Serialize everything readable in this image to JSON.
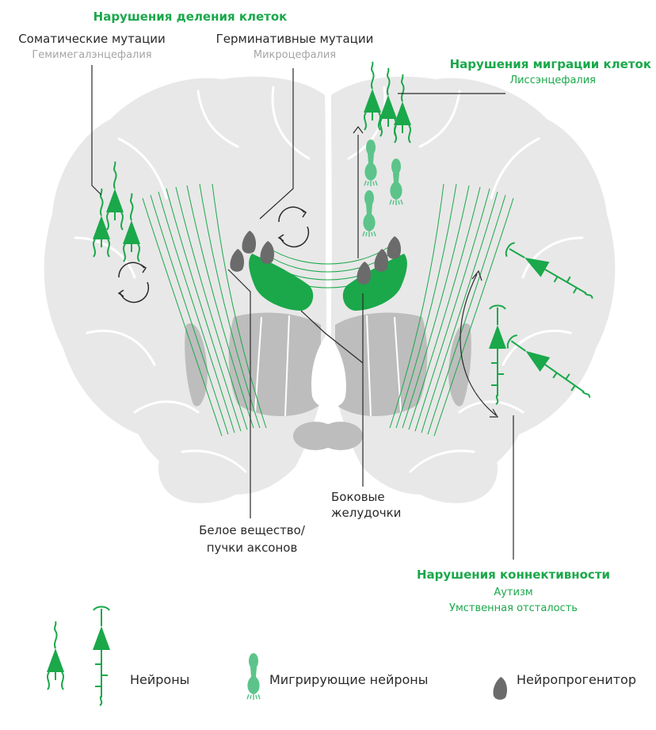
{
  "labels": {
    "cell_division_title": "Нарушения деления клеток",
    "somatic": "Соматические мутации",
    "somatic_sub": "Гемимегалэнцефалия",
    "germinal": "Герминативные мутации",
    "germinal_sub": "Микроцефалия",
    "migration_title": "Нарушения миграции клеток",
    "migration_sub": "Лиссэнцефалия",
    "ventricles_line1": "Боковые",
    "ventricles_line2": "желудочки",
    "white_matter_line1": "Белое вещество/",
    "white_matter_line2": "пучки аксонов",
    "connectivity_title": "Нарушения коннективности",
    "connectivity_sub1": "Аутизм",
    "connectivity_sub2": "Умственная отсталость"
  },
  "legend": {
    "neurons": "Нейроны",
    "migrating": "Мигрирующие нейроны",
    "progenitor": "Нейропрогенитор"
  },
  "colors": {
    "green": "#1aa84a",
    "light_green": "#5cc48a",
    "brain_fill": "#e8e8e8",
    "deep_grey": "#bdbdbd",
    "progenitor": "#6b6b6b"
  }
}
